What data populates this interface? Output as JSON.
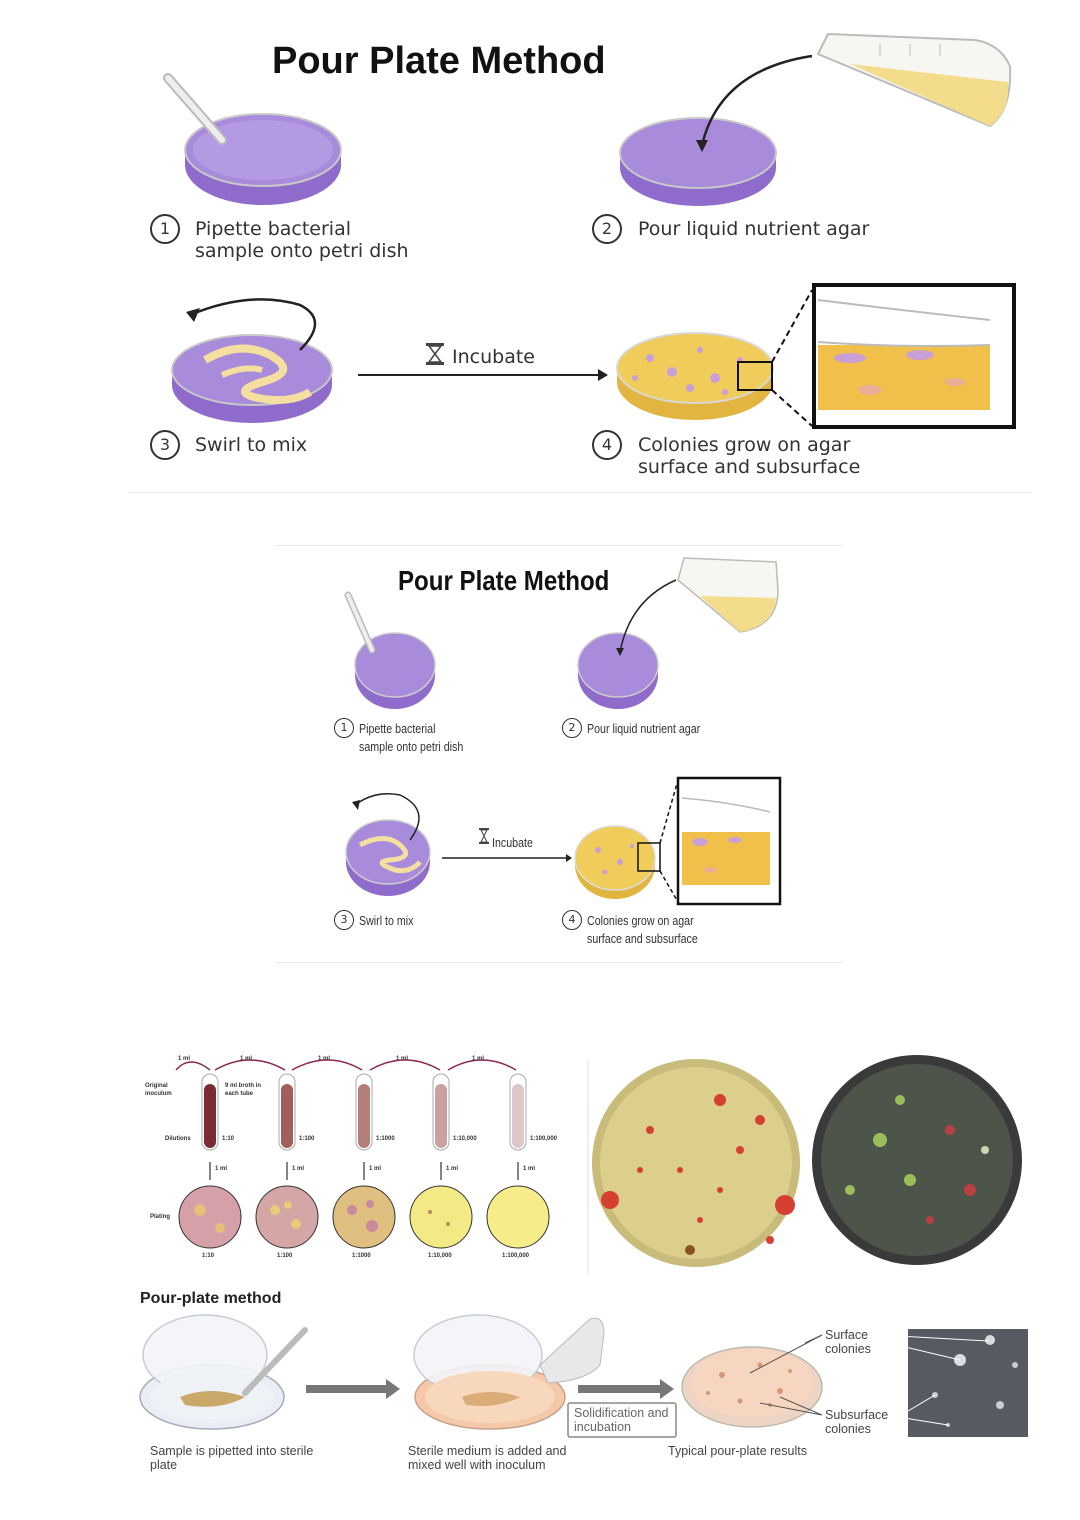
{
  "panel1": {
    "title": "Pour Plate Method",
    "steps": [
      {
        "num": "1",
        "line1": "Pipette bacterial",
        "line2": "sample onto petri dish"
      },
      {
        "num": "2",
        "line1": "Pour liquid nutrient agar",
        "line2": ""
      },
      {
        "num": "3",
        "line1": "Swirl to mix",
        "line2": ""
      },
      {
        "num": "4",
        "line1": "Colonies grow on agar",
        "line2": "surface and subsurface"
      }
    ],
    "arrow_label": "Incubate"
  },
  "panel2": {
    "title": "Pour Plate Method",
    "steps": [
      {
        "num": "1",
        "line1": "Pipette bacterial",
        "line2": "sample onto petri dish"
      },
      {
        "num": "2",
        "line1": "Pour liquid nutrient agar",
        "line2": ""
      },
      {
        "num": "3",
        "line1": "Swirl to mix",
        "line2": ""
      },
      {
        "num": "4",
        "line1": "Colonies grow on agar",
        "line2": "surface and subsurface"
      }
    ],
    "arrow_label": "Incubate"
  },
  "dilution": {
    "transfer_labels": [
      "1 ml",
      "1 ml",
      "1 ml",
      "1 ml",
      "1 ml"
    ],
    "original_label": "Original inoculum",
    "broth_label": "9 ml broth in each tube",
    "dilutions_label": "Dilutions",
    "plating_label": "Plating",
    "dilutions": [
      "1:10",
      "1:100",
      "1:1000",
      "1:10,000",
      "1:100,000"
    ],
    "plate_ml": [
      "1 ml",
      "1 ml",
      "1 ml",
      "1 ml",
      "1 ml"
    ]
  },
  "panel3": {
    "title": "Pour-plate method",
    "step1": "Sample is pipetted into sterile plate",
    "step2": "Sterile medium is added and mixed well with inoculum",
    "box_label": "Solidification and incubation",
    "step3": "Typical pour-plate results",
    "surface_label": "Surface colonies",
    "subsurface_label": "Subsurface colonies"
  },
  "colors": {
    "purple": "#a98bdc",
    "purple_dark": "#8f6ccb",
    "agar": "#f0cc5a",
    "cream": "#f5dfa0"
  }
}
